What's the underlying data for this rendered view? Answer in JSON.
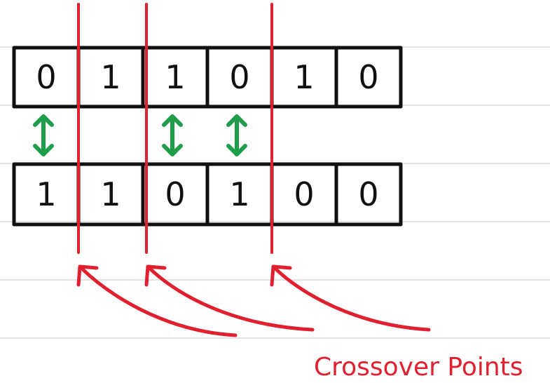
{
  "colors": {
    "ruled_line": "#e3e3e6",
    "cell_border": "#111111",
    "crossover": "#e0202f",
    "swap_arrow": "#1f9e4a"
  },
  "parent_1": [
    "0",
    "1",
    "1",
    "0",
    "1",
    "0"
  ],
  "parent_2": [
    "1",
    "1",
    "0",
    "1",
    "0",
    "0"
  ],
  "swapped_positions": [
    0,
    2,
    3
  ],
  "crossover_after_positions": [
    1,
    2,
    4
  ],
  "caption": "Crossover Points"
}
